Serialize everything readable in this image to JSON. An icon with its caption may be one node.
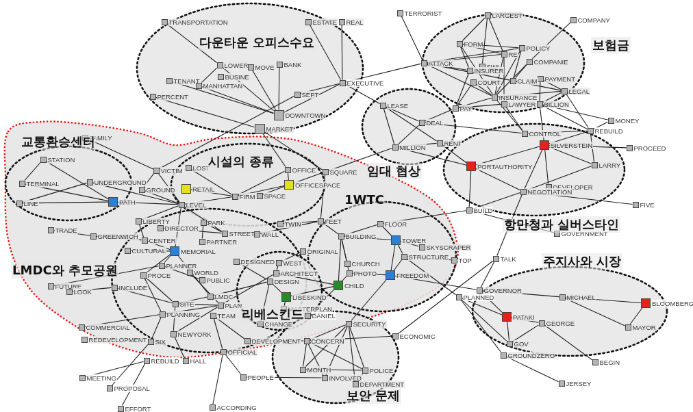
{
  "diagram": {
    "nodes": [
      {
        "text": [
          "다운타운 오피스수요"
        ]
      },
      {
        "text": [
          "보험금"
        ]
      },
      {
        "text": [
          "임대 협상"
        ]
      },
      {
        "text": [
          "항만청과 실버스타인"
        ]
      },
      {
        "text": [],
        "shape": "blob"
      },
      {
        "text": [
          "교통환승센터"
        ],
        "in": 4
      },
      {
        "text": [
          "시설의 종류"
        ],
        "in": 4
      },
      {
        "text": [
          "1WTC"
        ],
        "in": 4
      },
      {
        "text": [
          "LMDC와 추모공원"
        ],
        "in": 4
      },
      {
        "text": [
          "리베스킨드"
        ],
        "in": 4
      },
      {
        "text": [
          "보안 문제"
        ]
      },
      {
        "text": [
          "주지사와 시장"
        ]
      },
      {
        "text": [
          "TRANSPORTATION"
        ],
        "in": 0
      },
      {
        "text": [
          "ESTATE"
        ],
        "in": 0
      },
      {
        "text": [
          "REAL"
        ],
        "in": 0
      },
      {
        "text": [
          "LOWER"
        ],
        "in": 0
      },
      {
        "text": [
          "MOVE"
        ],
        "in": 0
      },
      {
        "text": [
          "BANK"
        ],
        "in": 0
      },
      {
        "text": [
          "BUSINE"
        ],
        "in": 0
      },
      {
        "text": [
          "TENANT"
        ],
        "in": 0
      },
      {
        "text": [
          "MANHATTAN"
        ],
        "in": 0
      },
      {
        "text": [
          "EXECUTIVE"
        ]
      },
      {
        "text": [
          "SEPT"
        ],
        "in": 0
      },
      {
        "text": [
          "PERCENT"
        ],
        "in": 0
      },
      {
        "text": [
          "DOWNTOWN"
        ],
        "in": 0
      },
      {
        "text": [
          "MARKET"
        ],
        "in": 0
      },
      {
        "text": [
          "TERRORIST"
        ]
      },
      {
        "text": [
          "LARGEST"
        ],
        "in": 1
      },
      {
        "text": [
          "COMPANY"
        ]
      },
      {
        "text": [
          "FORM"
        ],
        "in": 1
      },
      {
        "text": [
          "POLICY"
        ],
        "in": 1
      },
      {
        "text": [
          "RE"
        ],
        "in": 1
      },
      {
        "text": [
          "COMPANIE"
        ],
        "in": 1
      },
      {
        "text": [
          "ATTACK"
        ],
        "in": 1
      },
      {
        "text": [
          "SWI"
        ],
        "in": 1
      },
      {
        "text": [
          "INSURER"
        ],
        "in": 1
      },
      {
        "text": [
          "PAYMENT"
        ],
        "in": 1
      },
      {
        "text": [
          "CLAIM"
        ],
        "in": 1
      },
      {
        "text": [
          "COURT"
        ],
        "in": 1
      },
      {
        "text": [
          "LEGAL"
        ],
        "in": 1
      },
      {
        "text": [
          "INSURANCE"
        ],
        "in": 1
      },
      {
        "text": [
          "LAWYER"
        ],
        "in": 1
      },
      {
        "text": [
          "BILLION"
        ],
        "in": 1
      },
      {
        "text": [
          "PAY"
        ],
        "in": 1
      },
      {
        "text": [
          "LEASE"
        ],
        "in": 2
      },
      {
        "text": [
          "DEAL"
        ],
        "in": 2
      },
      {
        "text": [
          "MONEY"
        ]
      },
      {
        "text": [
          "REBUILD"
        ]
      },
      {
        "text": [
          "CONTROL"
        ],
        "in": 3
      },
      {
        "text": [
          "RENT"
        ],
        "in": 2
      },
      {
        "text": [
          "SILVERSTEIN"
        ],
        "in": 3
      },
      {
        "text": [
          "MILLION"
        ],
        "in": 2
      },
      {
        "text": [
          "PROCEED"
        ]
      },
      {
        "text": [
          "FAMILY"
        ],
        "in": 4
      },
      {
        "text": [
          "STATION"
        ],
        "in": 5
      },
      {
        "text": [
          "LOST"
        ],
        "in": 6
      },
      {
        "text": [
          "OFFICE"
        ],
        "in": 6
      },
      {
        "text": [
          "VICTIM"
        ],
        "in": 4
      },
      {
        "text": [
          "SQUARE"
        ],
        "in": 4
      },
      {
        "text": [
          "PORTAUTHORITY"
        ],
        "in": 3
      },
      {
        "text": [
          "LARRY"
        ],
        "in": 3
      },
      {
        "text": [
          "UNDERGROUND"
        ],
        "in": 5
      },
      {
        "text": [
          "TERMINAL"
        ],
        "in": 5
      },
      {
        "text": [
          "OFFICESPACE"
        ],
        "in": 6
      },
      {
        "text": [
          "RETAIL"
        ],
        "in": 6
      },
      {
        "text": [
          "GROUND"
        ],
        "in": 4
      },
      {
        "text": [
          "DEVELOPER"
        ],
        "in": 3
      },
      {
        "text": [
          "NEGOTIATION"
        ],
        "in": 3
      },
      {
        "text": [
          "FIRM"
        ],
        "in": 6
      },
      {
        "text": [
          "SPACE"
        ],
        "in": 6
      },
      {
        "text": [
          "PATH"
        ],
        "in": 5
      },
      {
        "text": [
          "LINE"
        ],
        "in": 5
      },
      {
        "text": [
          "LEVEL"
        ],
        "in": 6
      },
      {
        "text": [
          "FIVE"
        ]
      },
      {
        "text": [
          "BUILD"
        ]
      },
      {
        "text": [
          "LIBERTY"
        ],
        "in": 8
      },
      {
        "text": [
          "PARK"
        ],
        "in": 8
      },
      {
        "text": [
          "FEET"
        ],
        "in": 7
      },
      {
        "text": [
          "TWIN"
        ],
        "in": 4
      },
      {
        "text": [
          "FLOOR"
        ],
        "in": 7
      },
      {
        "text": [
          "DIRECTOR"
        ],
        "in": 8
      },
      {
        "text": [
          "TRADE"
        ],
        "in": 4
      },
      {
        "text": [
          "STREET"
        ],
        "in": 8
      },
      {
        "text": [
          "GOVERNMENT"
        ]
      },
      {
        "text": [
          "WALL"
        ],
        "in": 8
      },
      {
        "text": [
          "GREENWICH"
        ],
        "in": 4
      },
      {
        "text": [
          "BUILDING"
        ],
        "in": 7
      },
      {
        "text": [
          "TOWER"
        ],
        "in": 7
      },
      {
        "text": [
          "CENTER"
        ],
        "in": 8
      },
      {
        "text": [
          "PARTNER"
        ],
        "in": 8
      },
      {
        "text": [
          "SKYSCRAPER"
        ],
        "in": 7
      },
      {
        "text": [
          "CULTURAL"
        ],
        "in": 8
      },
      {
        "text": [
          "MEMORIAL"
        ],
        "in": 8
      },
      {
        "text": [
          "ORIGINAL"
        ],
        "in": 7
      },
      {
        "text": [
          "STRUCTURE"
        ],
        "in": 7
      },
      {
        "text": [
          "TALK"
        ]
      },
      {
        "text": [
          "TOP"
        ]
      },
      {
        "text": [
          "DESIGNED"
        ],
        "in": 9
      },
      {
        "text": [
          "WEST"
        ],
        "in": 9
      },
      {
        "text": [
          "CHURCH"
        ],
        "in": 7
      },
      {
        "text": [
          "PLANNER"
        ],
        "in": 8
      },
      {
        "text": [
          "WORLD"
        ],
        "in": 8
      },
      {
        "text": [
          "PHOTO"
        ],
        "in": 7
      },
      {
        "text": [
          "ARCHITECT"
        ],
        "in": 9
      },
      {
        "text": [
          "FREEDOM"
        ],
        "in": 7
      },
      {
        "text": [
          "PROCE"
        ],
        "in": 8
      },
      {
        "text": [
          "DESIGN"
        ],
        "in": 9
      },
      {
        "text": [
          "PUBLIC"
        ],
        "in": 8
      },
      {
        "text": [
          "CHILD"
        ],
        "in": 7
      },
      {
        "text": [
          "FUTURE"
        ],
        "in": 4
      },
      {
        "text": [
          "INCLUDE"
        ],
        "in": 8
      },
      {
        "text": [
          "LOOK"
        ],
        "in": 4
      },
      {
        "text": [
          "GOVERNOR"
        ],
        "in": 11
      },
      {
        "text": [
          "LIBESKIND"
        ],
        "in": 9
      },
      {
        "text": [
          "PLANNED"
        ]
      },
      {
        "text": [
          "MICHAEL"
        ],
        "in": 11
      },
      {
        "text": [
          "LMDC"
        ],
        "in": 8
      },
      {
        "text": [
          "BLOOMBERG"
        ]
      },
      {
        "text": [
          "SITE"
        ],
        "in": 8
      },
      {
        "text": [
          "PLAN"
        ],
        "in": 8
      },
      {
        "text": [
          "MASTERPLAN"
        ],
        "in": 4
      },
      {
        "text": [
          "DANIEL"
        ]
      },
      {
        "text": [
          "PLANNING"
        ],
        "in": 8
      },
      {
        "text": [
          "TEAM"
        ],
        "in": 8
      },
      {
        "text": [
          "PATAKI"
        ],
        "in": 11
      },
      {
        "text": [
          "CHANGE"
        ],
        "in": 9
      },
      {
        "text": [
          "GEORGE"
        ],
        "in": 11
      },
      {
        "text": [
          "SECURITY"
        ],
        "in": 10
      },
      {
        "text": [
          "COMMERCIAL"
        ],
        "in": 4
      },
      {
        "text": [
          "MAYOR"
        ],
        "in": 11
      },
      {
        "text": [
          "NEWYORK"
        ],
        "in": 8
      },
      {
        "text": [
          "ECONOMIC"
        ]
      },
      {
        "text": [
          "REDEVELOPMENT"
        ],
        "in": 4
      },
      {
        "text": [
          "DEVELOPMENT"
        ],
        "in": 4
      },
      {
        "text": [
          "CONCERN"
        ],
        "in": 10
      },
      {
        "text": [
          "SIX"
        ],
        "in": 8
      },
      {
        "text": [
          "GOV"
        ],
        "in": 11
      },
      {
        "text": [
          "OFFICIAL"
        ],
        "in": 8
      },
      {
        "text": [
          "GROUNDZERO"
        ],
        "in": 11
      },
      {
        "text": [
          "REBUILD"
        ]
      },
      {
        "text": [
          "HALL"
        ]
      },
      {
        "text": [
          "BEGIN"
        ]
      },
      {
        "text": [
          "MONTH"
        ],
        "in": 10
      },
      {
        "text": [
          "POLICE"
        ],
        "in": 10
      },
      {
        "text": [
          "PEOPLE"
        ]
      },
      {
        "text": [
          "INVOLVED"
        ],
        "in": 10
      },
      {
        "text": [
          "MEETING"
        ]
      },
      {
        "text": [
          "DEPARTMENT"
        ],
        "in": 10
      },
      {
        "text": [
          "JERSEY"
        ]
      },
      {
        "text": [
          "PROPOSAL"
        ]
      },
      {
        "text": [
          "EFFORT"
        ]
      },
      {
        "text": [
          "ACCORDING"
        ]
      }
    ],
    "edges": [
      {
        "from": 12,
        "to": 15,
        "arrow": "none"
      },
      {
        "from": 15,
        "to": 20,
        "arrow": "none"
      },
      {
        "from": 15,
        "to": 24,
        "arrow": "none"
      },
      {
        "from": 16,
        "to": 24,
        "arrow": "none"
      },
      {
        "from": 17,
        "to": 24,
        "arrow": "none"
      },
      {
        "from": 19,
        "to": 24,
        "arrow": "none"
      },
      {
        "from": 20,
        "to": 24,
        "arrow": "none"
      },
      {
        "from": 23,
        "to": 25,
        "arrow": "none"
      },
      {
        "from": 57,
        "to": 22,
        "arrow": "none"
      },
      {
        "from": 22,
        "to": 21,
        "arrow": "none"
      },
      {
        "from": 13,
        "to": 21,
        "arrow": "none"
      },
      {
        "from": 14,
        "to": 21,
        "arrow": "none"
      },
      {
        "from": 21,
        "to": 33,
        "arrow": "none"
      },
      {
        "from": 21,
        "to": 24,
        "arrow": "none"
      },
      {
        "from": 21,
        "to": 44,
        "arrow": "none"
      },
      {
        "from": 25,
        "to": 58,
        "arrow": "none"
      },
      {
        "from": 25,
        "to": 56,
        "arrow": "none"
      },
      {
        "from": 26,
        "to": 33,
        "arrow": "none"
      },
      {
        "from": 27,
        "to": 29,
        "arrow": "none"
      },
      {
        "from": 27,
        "to": 31,
        "arrow": "none"
      },
      {
        "from": 27,
        "to": 34,
        "arrow": "none"
      },
      {
        "from": 29,
        "to": 31,
        "arrow": "none"
      },
      {
        "from": 29,
        "to": 30,
        "arrow": "none"
      },
      {
        "from": 29,
        "to": 35,
        "arrow": "none"
      },
      {
        "from": 29,
        "to": 40,
        "arrow": "none"
      },
      {
        "from": 33,
        "to": 30,
        "arrow": "none"
      },
      {
        "from": 33,
        "to": 31,
        "arrow": "none"
      },
      {
        "from": 33,
        "to": 40,
        "arrow": "none"
      },
      {
        "from": 33,
        "to": 35,
        "arrow": "none"
      },
      {
        "from": 33,
        "to": 37,
        "arrow": "none"
      },
      {
        "from": 30,
        "to": 40,
        "arrow": "none"
      },
      {
        "from": 30,
        "to": 37,
        "arrow": "none"
      },
      {
        "from": 31,
        "to": 40,
        "arrow": "none"
      },
      {
        "from": 31,
        "to": 41,
        "arrow": "none"
      },
      {
        "from": 32,
        "to": 40,
        "arrow": "none"
      },
      {
        "from": 32,
        "to": 37,
        "arrow": "none"
      },
      {
        "from": 35,
        "to": 43,
        "arrow": "none"
      },
      {
        "from": 37,
        "to": 39,
        "arrow": "none"
      },
      {
        "from": 36,
        "to": 39,
        "arrow": "none"
      },
      {
        "from": 36,
        "to": 42,
        "arrow": "none"
      },
      {
        "from": 40,
        "to": 39,
        "arrow": "none"
      },
      {
        "from": 40,
        "to": 43,
        "arrow": "none"
      },
      {
        "from": 38,
        "to": 40,
        "arrow": "none"
      },
      {
        "from": 38,
        "to": 43,
        "arrow": "none"
      },
      {
        "from": 42,
        "to": 39,
        "arrow": "none"
      },
      {
        "from": 43,
        "to": 41,
        "arrow": "none"
      },
      {
        "from": 43,
        "to": 45,
        "arrow": "none"
      },
      {
        "from": 28,
        "to": 32,
        "arrow": "none"
      },
      {
        "from": 41,
        "to": 48,
        "arrow": "none"
      },
      {
        "from": 40,
        "to": 48,
        "arrow": "none"
      },
      {
        "from": 42,
        "to": 50,
        "arrow": "none"
      },
      {
        "from": 42,
        "to": 47,
        "arrow": "none"
      },
      {
        "from": 42,
        "to": 46,
        "arrow": "none"
      },
      {
        "from": 39,
        "to": 47,
        "arrow": "none"
      },
      {
        "from": 47,
        "to": 46,
        "arrow": "none"
      },
      {
        "from": 47,
        "to": 48,
        "arrow": "none"
      },
      {
        "from": 47,
        "to": 50,
        "arrow": "none"
      },
      {
        "from": 47,
        "to": 60,
        "arrow": "none"
      },
      {
        "from": 50,
        "to": 52,
        "arrow": "none"
      },
      {
        "from": 50,
        "to": 59,
        "arrow": "none"
      },
      {
        "from": 50,
        "to": 60,
        "arrow": "none"
      },
      {
        "from": 50,
        "to": 67,
        "arrow": "none"
      },
      {
        "from": 50,
        "to": 66,
        "arrow": "none"
      },
      {
        "from": 59,
        "to": 67,
        "arrow": "none"
      },
      {
        "from": 60,
        "to": 67,
        "arrow": "none"
      },
      {
        "from": 67,
        "to": 73,
        "arrow": "none"
      },
      {
        "from": 59,
        "to": 74,
        "arrow": "none"
      },
      {
        "from": 74,
        "to": 67,
        "arrow": "none"
      },
      {
        "from": 74,
        "to": 83,
        "arrow": "none"
      },
      {
        "from": 74,
        "to": 79,
        "arrow": "none"
      },
      {
        "from": 45,
        "to": 48,
        "arrow": "none"
      },
      {
        "from": 45,
        "to": 44,
        "arrow": "none"
      },
      {
        "from": 45,
        "to": 51,
        "arrow": "none"
      },
      {
        "from": 44,
        "to": 51,
        "arrow": "none"
      },
      {
        "from": 44,
        "to": 49,
        "arrow": "none"
      },
      {
        "from": 49,
        "to": 51,
        "arrow": "none"
      },
      {
        "from": 49,
        "to": 59,
        "arrow": "none"
      },
      {
        "from": 51,
        "to": 59,
        "arrow": "none"
      },
      {
        "from": 51,
        "to": 58,
        "arrow": "none"
      },
      {
        "from": 54,
        "to": 62,
        "arrow": "none"
      },
      {
        "from": 54,
        "to": 70,
        "arrow": "none"
      },
      {
        "from": 61,
        "to": 71,
        "arrow": "none"
      },
      {
        "from": 61,
        "to": 72,
        "arrow": "none"
      },
      {
        "from": 62,
        "to": 70,
        "arrow": "none"
      },
      {
        "from": 71,
        "to": 70,
        "arrow": "none"
      },
      {
        "from": 70,
        "to": 72,
        "arrow": "none"
      },
      {
        "from": 53,
        "to": 57,
        "arrow": "none"
      },
      {
        "from": 57,
        "to": 65,
        "arrow": "none"
      },
      {
        "from": 57,
        "to": 72,
        "arrow": "none"
      },
      {
        "from": 65,
        "to": 72,
        "arrow": "none"
      },
      {
        "from": 55,
        "to": 68,
        "arrow": "none"
      },
      {
        "from": 64,
        "to": 68,
        "arrow": "none"
      },
      {
        "from": 56,
        "to": 63,
        "arrow": "none"
      },
      {
        "from": 56,
        "to": 68,
        "arrow": "none"
      },
      {
        "from": 58,
        "to": 63,
        "arrow": "none"
      },
      {
        "from": 63,
        "to": 68,
        "arrow": "none"
      },
      {
        "from": 69,
        "to": 63,
        "arrow": "none"
      },
      {
        "from": 58,
        "to": 77,
        "arrow": "none"
      },
      {
        "from": 72,
        "to": 75,
        "arrow": "none"
      },
      {
        "from": 72,
        "to": 92,
        "arrow": "none"
      },
      {
        "from": 72,
        "to": 82,
        "arrow": "none"
      },
      {
        "from": 72,
        "to": 68,
        "arrow": "none"
      },
      {
        "from": 75,
        "to": 88,
        "arrow": "none"
      },
      {
        "from": 80,
        "to": 82,
        "arrow": "none"
      },
      {
        "from": 76,
        "to": 82,
        "arrow": "none"
      },
      {
        "from": 76,
        "to": 89,
        "arrow": "none"
      },
      {
        "from": 85,
        "to": 81,
        "arrow": "none"
      },
      {
        "from": 85,
        "to": 88,
        "arrow": "none"
      },
      {
        "from": 88,
        "to": 92,
        "arrow": "none"
      },
      {
        "from": 91,
        "to": 92,
        "arrow": "none"
      },
      {
        "from": 92,
        "to": 100,
        "arrow": "none"
      },
      {
        "from": 92,
        "to": 105,
        "arrow": "none"
      },
      {
        "from": 92,
        "to": 116,
        "arrow": "none"
      },
      {
        "from": 100,
        "to": 107,
        "arrow": "none"
      },
      {
        "from": 101,
        "to": 119,
        "arrow": "none"
      },
      {
        "from": 105,
        "to": 118,
        "arrow": "none"
      },
      {
        "from": 105,
        "to": 122,
        "arrow": "none"
      },
      {
        "from": 110,
        "to": 118,
        "arrow": "none"
      },
      {
        "from": 109,
        "to": 100,
        "arrow": "none"
      },
      {
        "from": 111,
        "to": 110,
        "arrow": "none"
      },
      {
        "from": 118,
        "to": 119,
        "arrow": "none"
      },
      {
        "from": 118,
        "to": 116,
        "arrow": "none"
      },
      {
        "from": 122,
        "to": 119,
        "arrow": "none"
      },
      {
        "from": 122,
        "to": 128,
        "arrow": "none"
      },
      {
        "from": 122,
        "to": 135,
        "arrow": "none"
      },
      {
        "from": 135,
        "to": 149,
        "arrow": "none"
      },
      {
        "from": 139,
        "to": 150,
        "arrow": "none"
      },
      {
        "from": 146,
        "to": 139,
        "arrow": "none"
      },
      {
        "from": 130,
        "to": 119,
        "arrow": "none"
      },
      {
        "from": 130,
        "to": 118,
        "arrow": "none"
      },
      {
        "from": 140,
        "to": 130,
        "arrow": "none"
      },
      {
        "from": 137,
        "to": 151,
        "arrow": "none"
      },
      {
        "from": 137,
        "to": 144,
        "arrow": "none"
      },
      {
        "from": 137,
        "to": 123,
        "arrow": "none"
      },
      {
        "from": 133,
        "to": 123,
        "arrow": "none"
      },
      {
        "from": 133,
        "to": 134,
        "arrow": "none"
      },
      {
        "from": 77,
        "to": 78,
        "arrow": "none"
      },
      {
        "from": 77,
        "to": 86,
        "arrow": "none"
      },
      {
        "from": 77,
        "to": 84,
        "arrow": "none"
      },
      {
        "from": 79,
        "to": 86,
        "arrow": "none"
      },
      {
        "from": 79,
        "to": 87,
        "arrow": "none"
      },
      {
        "from": 86,
        "to": 87,
        "arrow": "none"
      },
      {
        "from": 86,
        "to": 99,
        "arrow": "none"
      },
      {
        "from": 86,
        "to": 102,
        "arrow": "none"
      },
      {
        "from": 86,
        "to": 108,
        "arrow": "none"
      },
      {
        "from": 87,
        "to": 90,
        "arrow": "none"
      },
      {
        "from": 87,
        "to": 94,
        "arrow": "none"
      },
      {
        "from": 87,
        "to": 104,
        "arrow": "none"
      },
      {
        "from": 94,
        "to": 96,
        "arrow": "none"
      },
      {
        "from": 94,
        "to": 104,
        "arrow": "none"
      },
      {
        "from": 102,
        "to": 108,
        "arrow": "none"
      },
      {
        "from": 102,
        "to": 104,
        "arrow": "none"
      },
      {
        "from": 104,
        "to": 127,
        "arrow": "none"
      },
      {
        "from": 67,
        "to": 95,
        "arrow": "none"
      },
      {
        "from": 95,
        "to": 112,
        "arrow": "none"
      },
      {
        "from": 95,
        "to": 131,
        "arrow": "none"
      },
      {
        "from": 104,
        "to": 112,
        "arrow": "none"
      },
      {
        "from": 103,
        "to": 108,
        "arrow": "none"
      },
      {
        "from": 106,
        "to": 113,
        "arrow": "none"
      },
      {
        "from": 113,
        "to": 108,
        "arrow": "none"
      },
      {
        "from": 103,
        "to": 98,
        "arrow": "none"
      },
      {
        "from": 98,
        "to": 93,
        "arrow": "none"
      },
      {
        "from": 106,
        "to": 97,
        "arrow": "none"
      },
      {
        "from": 121,
        "to": 108,
        "arrow": "none"
      },
      {
        "from": 125,
        "to": 106,
        "arrow": "none"
      },
      {
        "from": 120,
        "to": 113,
        "arrow": "none"
      },
      {
        "from": 106,
        "to": 116,
        "arrow": "none"
      },
      {
        "from": 103,
        "to": 119,
        "arrow": "none"
      },
      {
        "from": 127,
        "to": 134,
        "arrow": "none"
      },
      {
        "from": 127,
        "to": 142,
        "arrow": "none"
      },
      {
        "from": 127,
        "to": 143,
        "arrow": "none"
      },
      {
        "from": 127,
        "to": 147,
        "arrow": "none"
      },
      {
        "from": 127,
        "to": 145,
        "arrow": "none"
      },
      {
        "from": 134,
        "to": 142,
        "arrow": "none"
      },
      {
        "from": 134,
        "to": 143,
        "arrow": "none"
      },
      {
        "from": 134,
        "to": 145,
        "arrow": "none"
      },
      {
        "from": 142,
        "to": 143,
        "arrow": "none"
      },
      {
        "from": 144,
        "to": 145,
        "arrow": "none"
      },
      {
        "from": 143,
        "to": 147,
        "arrow": "none"
      },
      {
        "from": 131,
        "to": 134,
        "arrow": "none"
      },
      {
        "from": 112,
        "to": 115,
        "arrow": "none"
      },
      {
        "from": 112,
        "to": 124,
        "arrow": "none"
      },
      {
        "from": 114,
        "to": 124,
        "arrow": "none"
      },
      {
        "from": 114,
        "to": 136,
        "arrow": "none"
      },
      {
        "from": 114,
        "to": 138,
        "arrow": "none"
      },
      {
        "from": 115,
        "to": 117,
        "arrow": "none"
      },
      {
        "from": 115,
        "to": 129,
        "arrow": "none"
      },
      {
        "from": 117,
        "to": 129,
        "arrow": "none"
      },
      {
        "from": 124,
        "to": 126,
        "arrow": "none"
      },
      {
        "from": 124,
        "to": 136,
        "arrow": "none"
      },
      {
        "from": 126,
        "to": 136,
        "arrow": "none"
      },
      {
        "from": 126,
        "to": 141,
        "arrow": "none"
      },
      {
        "from": 138,
        "to": 148,
        "arrow": "none"
      },
      {
        "from": 94,
        "to": 114,
        "arrow": "none"
      }
    ]
  }
}
